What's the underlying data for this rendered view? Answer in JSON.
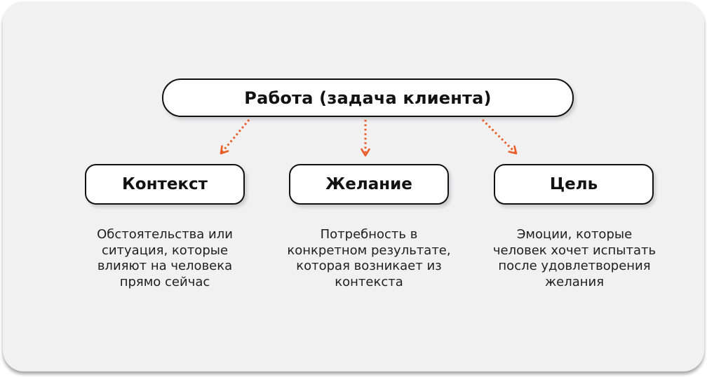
{
  "diagram": {
    "root": {
      "title": "Работа (задача клиента)"
    },
    "branches": [
      {
        "id": "context",
        "title": "Контекст",
        "description": "Обстоятельства или ситуация, которые влияют на человека прямо сейчас",
        "lines": [
          "Обстоятельства или",
          "ситуация, которые",
          "влияют на человека",
          "прямо сейчас"
        ]
      },
      {
        "id": "desire",
        "title": "Желание",
        "description": "Потребность в конкретном результате, которая возникает из контекста",
        "lines": [
          "Потребность в",
          "конкретном результате,",
          "которая возникает из",
          "контекста"
        ]
      },
      {
        "id": "goal",
        "title": "Цель",
        "description": "Эмоции, которые человек хочет испытать после удовлетворения желания",
        "lines": [
          "Эмоции, которые",
          "человек хочет испытать",
          "после удовлетворения",
          "желания"
        ]
      }
    ],
    "colors": {
      "arrow": "#EA5B26",
      "card_background": "#F1F1F2",
      "node_border": "#111111",
      "node_background": "#FFFFFF",
      "text": "#1E1E1E"
    }
  }
}
